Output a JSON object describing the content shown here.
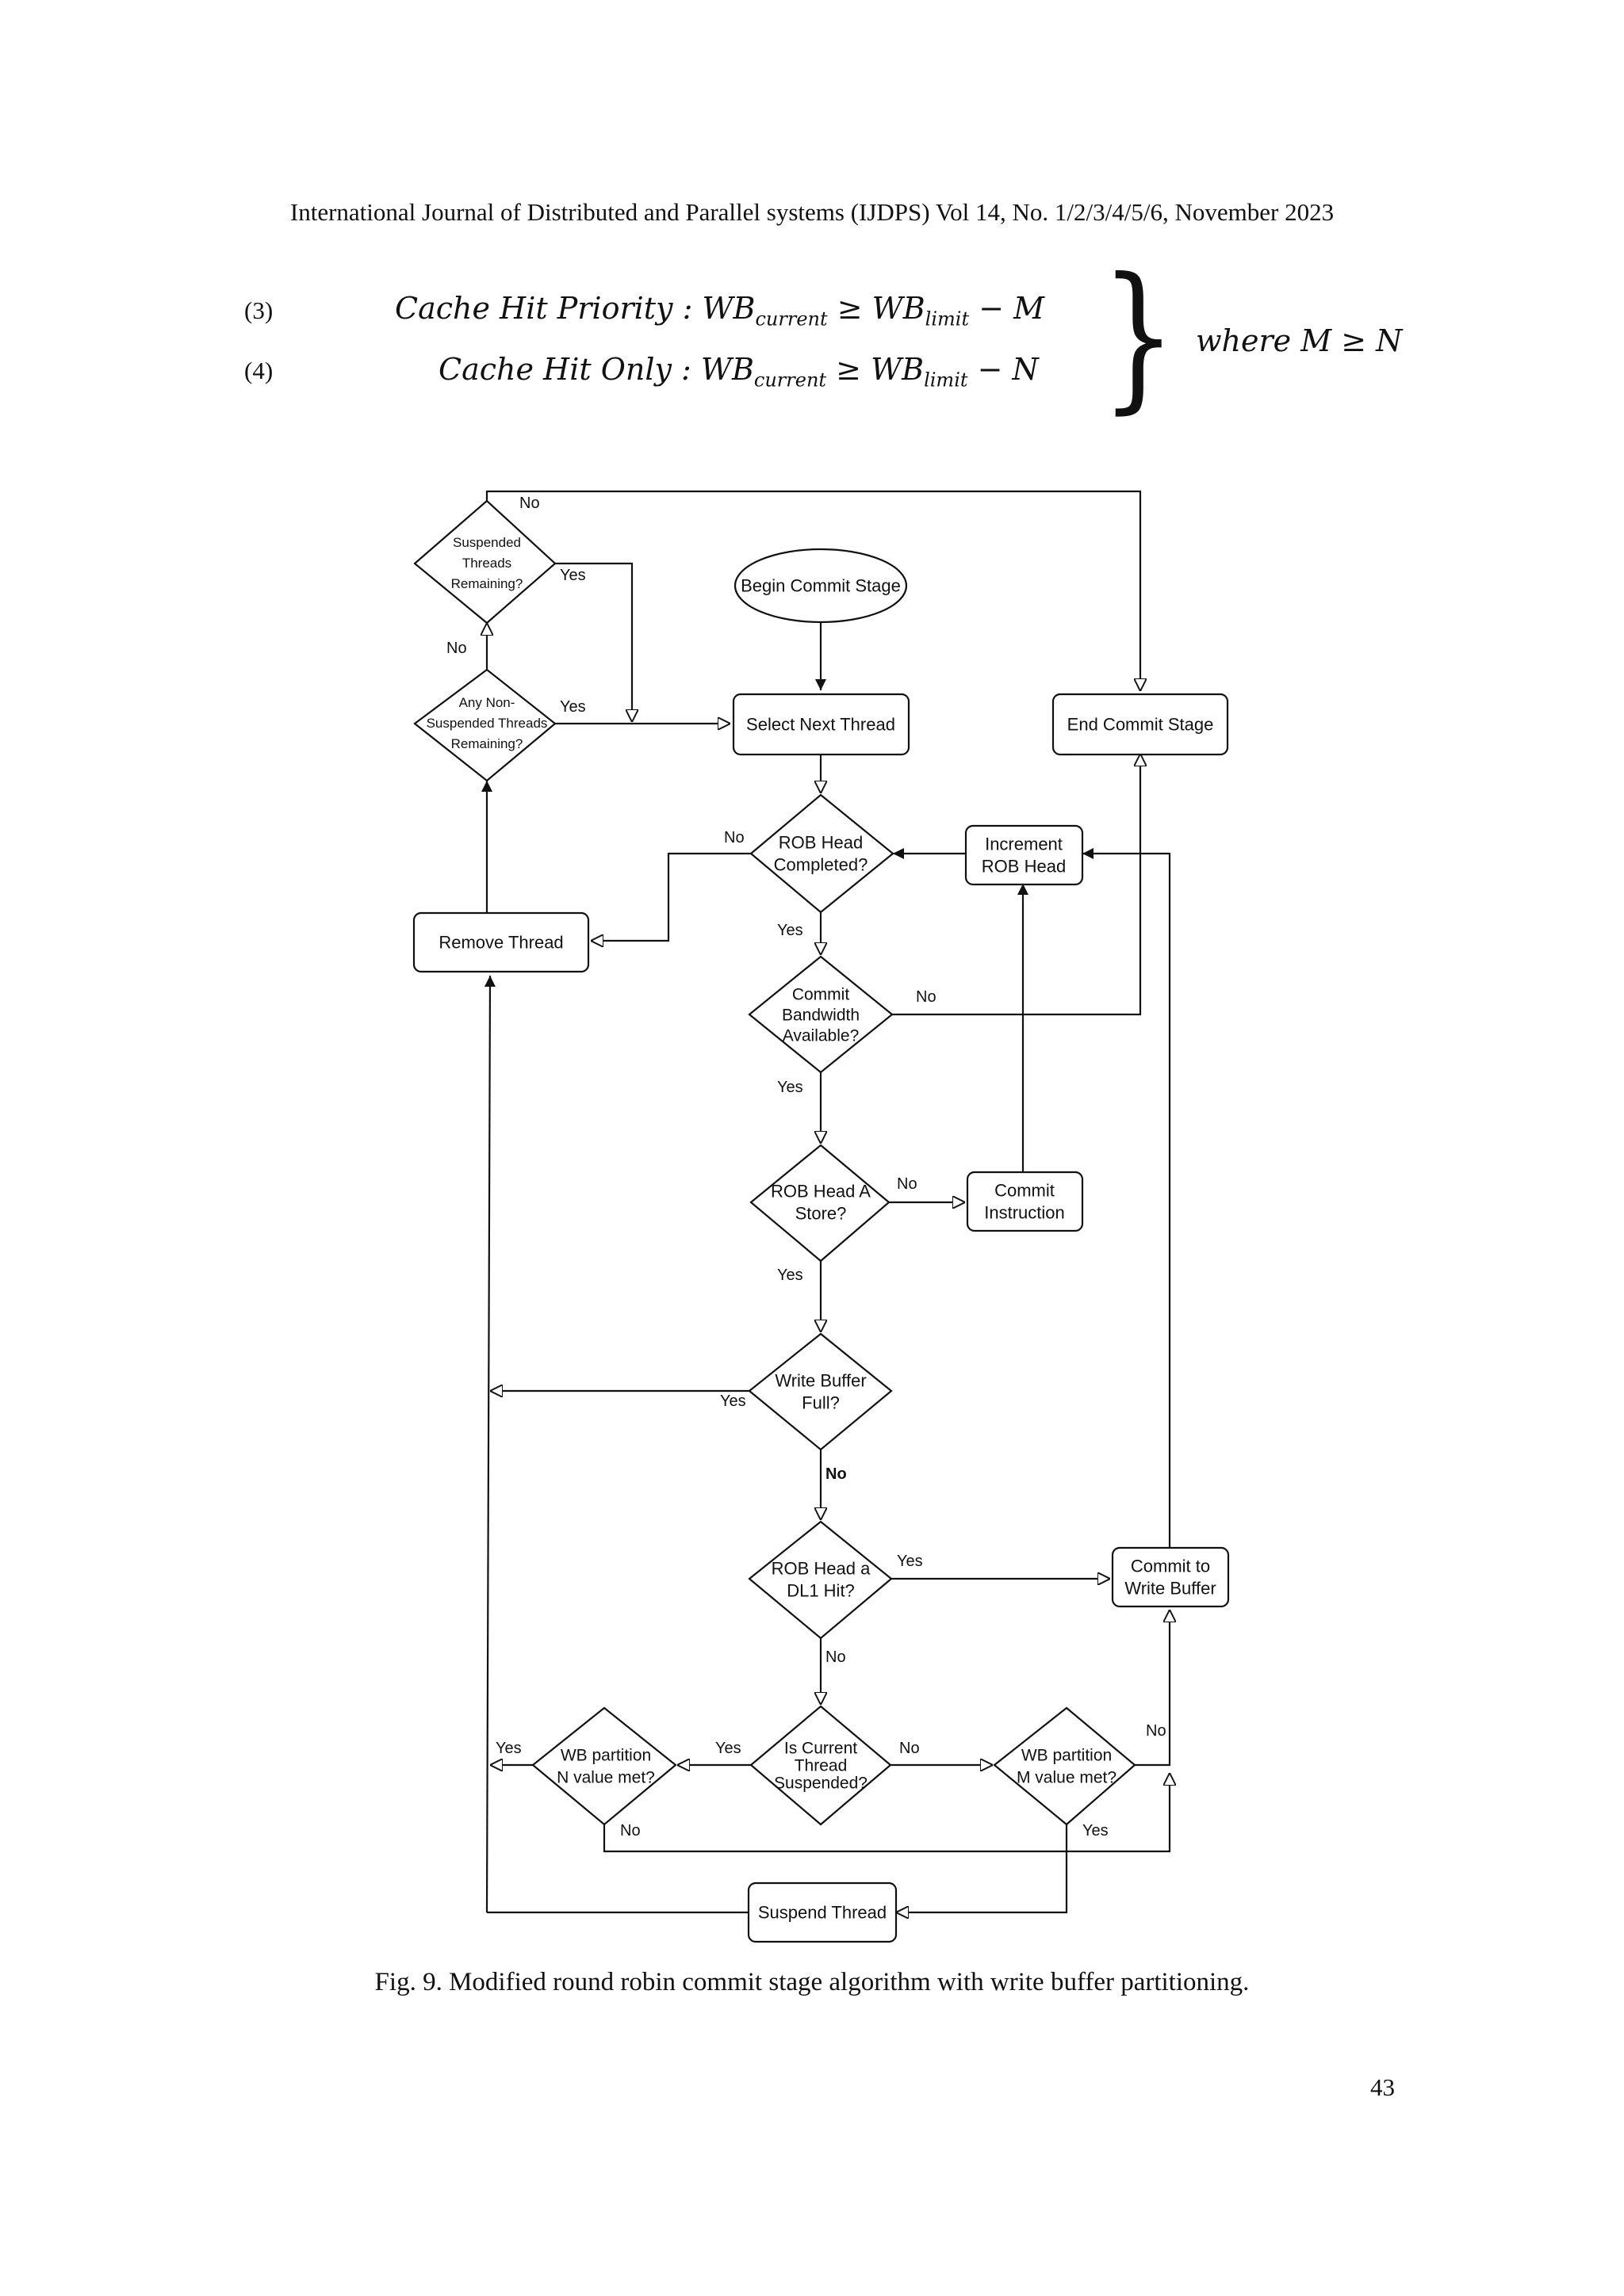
{
  "header": "International Journal of Distributed and Parallel systems (IJDPS) Vol 14, No. 1/2/3/4/5/6, November 2023",
  "equations": [
    {
      "num": "(3)",
      "label": "Cache Hit Priority",
      "lhs_base": "WB",
      "lhs_sub": "current",
      "rel": "≥",
      "rhs_base": "WB",
      "rhs_sub": "limit",
      "rhs_tail": "− M"
    },
    {
      "num": "(4)",
      "label": "Cache Hit Only",
      "lhs_base": "WB",
      "lhs_sub": "current",
      "rel": "≥",
      "rhs_base": "WB",
      "rhs_sub": "limit",
      "rhs_tail": "− N"
    }
  ],
  "where_clause": "where  M ≥ N",
  "flowchart": {
    "nodes": {
      "begin": [
        "Begin Commit Stage"
      ],
      "select_next": [
        "Select Next Thread"
      ],
      "end_commit": [
        "End Commit Stage"
      ],
      "suspended_remaining": [
        "Suspended",
        "Threads",
        "Remaining?"
      ],
      "any_nonsuspended": [
        "Any Non-",
        "Suspended Threads",
        "Remaining?"
      ],
      "rob_completed": [
        "ROB Head",
        "Completed?"
      ],
      "increment_rob": [
        "Increment",
        "ROB Head"
      ],
      "remove_thread": [
        "Remove Thread"
      ],
      "commit_bandwidth": [
        "Commit",
        "Bandwidth",
        "Available?"
      ],
      "rob_store": [
        "ROB Head A",
        "Store?"
      ],
      "commit_instruction": [
        "Commit",
        "Instruction"
      ],
      "wb_full": [
        "Write Buffer",
        "Full?"
      ],
      "rob_dl1": [
        "ROB Head a",
        "DL1 Hit?"
      ],
      "commit_wb": [
        "Commit to",
        "Write Buffer"
      ],
      "is_suspended": [
        "Is Current",
        "Thread",
        "Suspended?"
      ],
      "wb_n": [
        "WB partition",
        "N value met?"
      ],
      "wb_m": [
        "WB partition",
        "M value met?"
      ],
      "suspend_thread": [
        "Suspend Thread"
      ]
    },
    "edge_labels": {
      "yes": "Yes",
      "no": "No",
      "no_bold": "No"
    }
  },
  "caption": "Fig. 9. Modified round robin commit stage algorithm with write buffer partitioning.",
  "page_number": "43"
}
